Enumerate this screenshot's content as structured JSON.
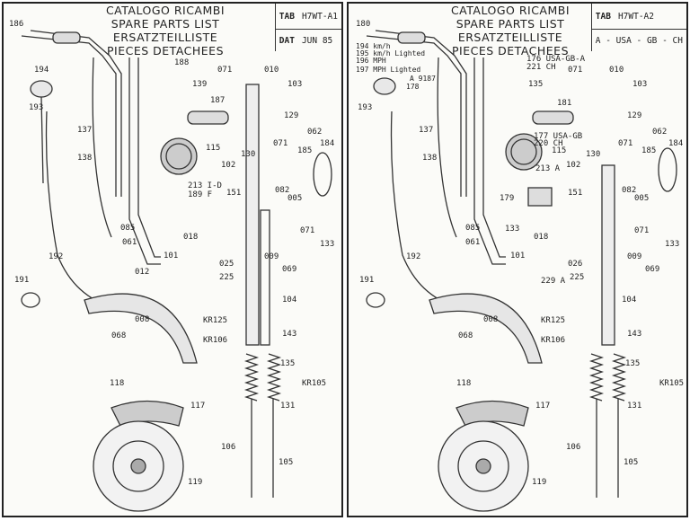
{
  "left": {
    "title_lines": [
      "CATALOGO RICAMBI",
      "SPARE PARTS LIST",
      "ERSATZTEILLISTE",
      "PIECES DETACHEES"
    ],
    "tab_label": "TAB",
    "tab_value": "H7WT-A1",
    "dat_label": "DAT",
    "dat_value": "JUN 85",
    "parts": [
      "186",
      "188",
      "139",
      "071",
      "010",
      "103",
      "194",
      "187",
      "193",
      "137",
      "129",
      "062",
      "184",
      "115",
      "130",
      "071",
      "185",
      "138",
      "102",
      "005",
      "082",
      "213 I-D",
      "189 F",
      "151",
      "085",
      "018",
      "071",
      "133",
      "061",
      "025",
      "069",
      "009",
      "101",
      "225",
      "192",
      "012",
      "191",
      "104",
      "008",
      "068",
      "KR125",
      "143",
      "KR106",
      "135",
      "KR105",
      "118",
      "117",
      "131",
      "106",
      "105",
      "119"
    ]
  },
  "right": {
    "title_lines": [
      "CATALOGO RICAMBI",
      "SPARE PARTS LIST",
      "ERSATZTEILLISTE",
      "PIECES DETACHEES"
    ],
    "tab_label": "TAB",
    "tab_value": "H7WT-A2",
    "countries": "A - USA - GB - CH",
    "parts": [
      "180",
      "194 km/h",
      "195 km/h Lighted",
      "196 MPH",
      "197 MPH Lighted",
      "A 9187",
      "178",
      "176 USA-GB-A",
      "221 CH",
      "071",
      "010",
      "135",
      "103",
      "193",
      "181",
      "129",
      "137",
      "177 USA-GB",
      "220 CH",
      "115",
      "130",
      "071",
      "185",
      "184",
      "062",
      "138",
      "102",
      "213 A",
      "082",
      "005",
      "179",
      "151",
      "085",
      "133",
      "018",
      "071",
      "133",
      "061",
      "026",
      "009",
      "069",
      "101",
      "225",
      "229 A",
      "192",
      "191",
      "104",
      "008",
      "068",
      "KR125",
      "143",
      "KR106",
      "135",
      "KR105",
      "118",
      "117",
      "131",
      "106",
      "105",
      "119"
    ]
  }
}
